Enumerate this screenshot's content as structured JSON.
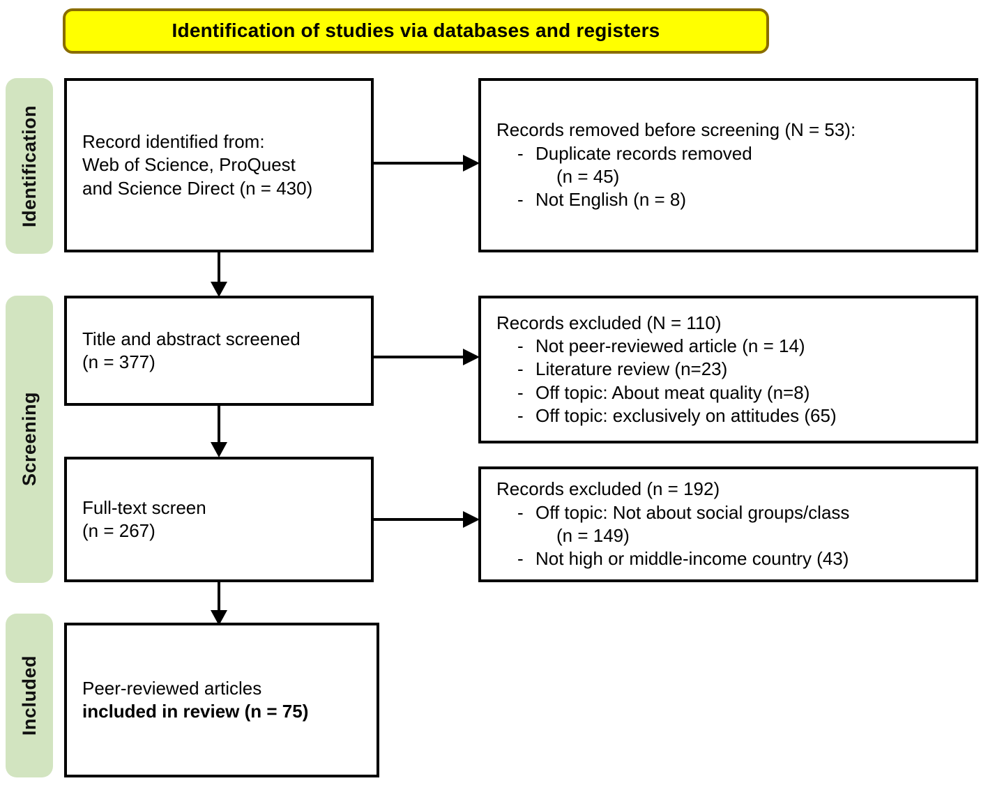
{
  "title_banner": {
    "text": "Identification of studies via databases and registers",
    "fill_color": "#FFFF00",
    "border_color": "#8A6D00"
  },
  "stages": [
    {
      "id": "identification",
      "label": "Identification",
      "fill_color": "#D2E4C0"
    },
    {
      "id": "screening",
      "label": "Screening",
      "fill_color": "#D2E4C0"
    },
    {
      "id": "included",
      "label": "Included",
      "fill_color": "#D2E4C0"
    }
  ],
  "boxes": {
    "identified": {
      "lines": [
        "Record identified from:",
        "Web of Science, ProQuest",
        "and Science Direct (n = 430)"
      ]
    },
    "removed_before_screening": {
      "heading": "Records removed before screening (N = 53):",
      "bullets": [
        {
          "dash": "-",
          "text": "Duplicate records removed",
          "continuation": "(n = 45)"
        },
        {
          "dash": "-",
          "text": "Not English (n = 8)"
        }
      ]
    },
    "title_abstract_screened": {
      "lines": [
        "Title and abstract screened",
        "(n = 377)"
      ]
    },
    "records_excluded_110": {
      "heading": "Records excluded (N = 110)",
      "bullets": [
        {
          "dash": "-",
          "text": "Not peer-reviewed article (n = 14)"
        },
        {
          "dash": "-",
          "text": "Literature review (n=23)"
        },
        {
          "dash": "-",
          "text": "Off topic: About meat quality (n=8)"
        },
        {
          "dash": "-",
          "text": "Off topic: exclusively on attitudes (65)"
        }
      ]
    },
    "full_text_screen": {
      "lines": [
        "Full-text screen",
        "(n = 267)"
      ]
    },
    "records_excluded_192": {
      "heading": "Records excluded (n = 192)",
      "bullets": [
        {
          "dash": "-",
          "text": "Off topic: Not about social groups/class",
          "continuation": "(n = 149)"
        },
        {
          "dash": "-",
          "text": "Not high or middle-income country (43)"
        }
      ]
    },
    "included_in_review": {
      "line_regular": "Peer-reviewed articles",
      "line_bold": "included in review (n = 75)"
    }
  },
  "connectors": [
    {
      "id": "identified-to-removed",
      "type": "arrow-right"
    },
    {
      "id": "identified-to-screened",
      "type": "arrow-down"
    },
    {
      "id": "screened-to-excluded-110",
      "type": "arrow-right"
    },
    {
      "id": "screened-to-fulltext",
      "type": "arrow-down"
    },
    {
      "id": "fulltext-to-excluded-192",
      "type": "arrow-right"
    },
    {
      "id": "fulltext-to-included",
      "type": "arrow-down"
    }
  ]
}
